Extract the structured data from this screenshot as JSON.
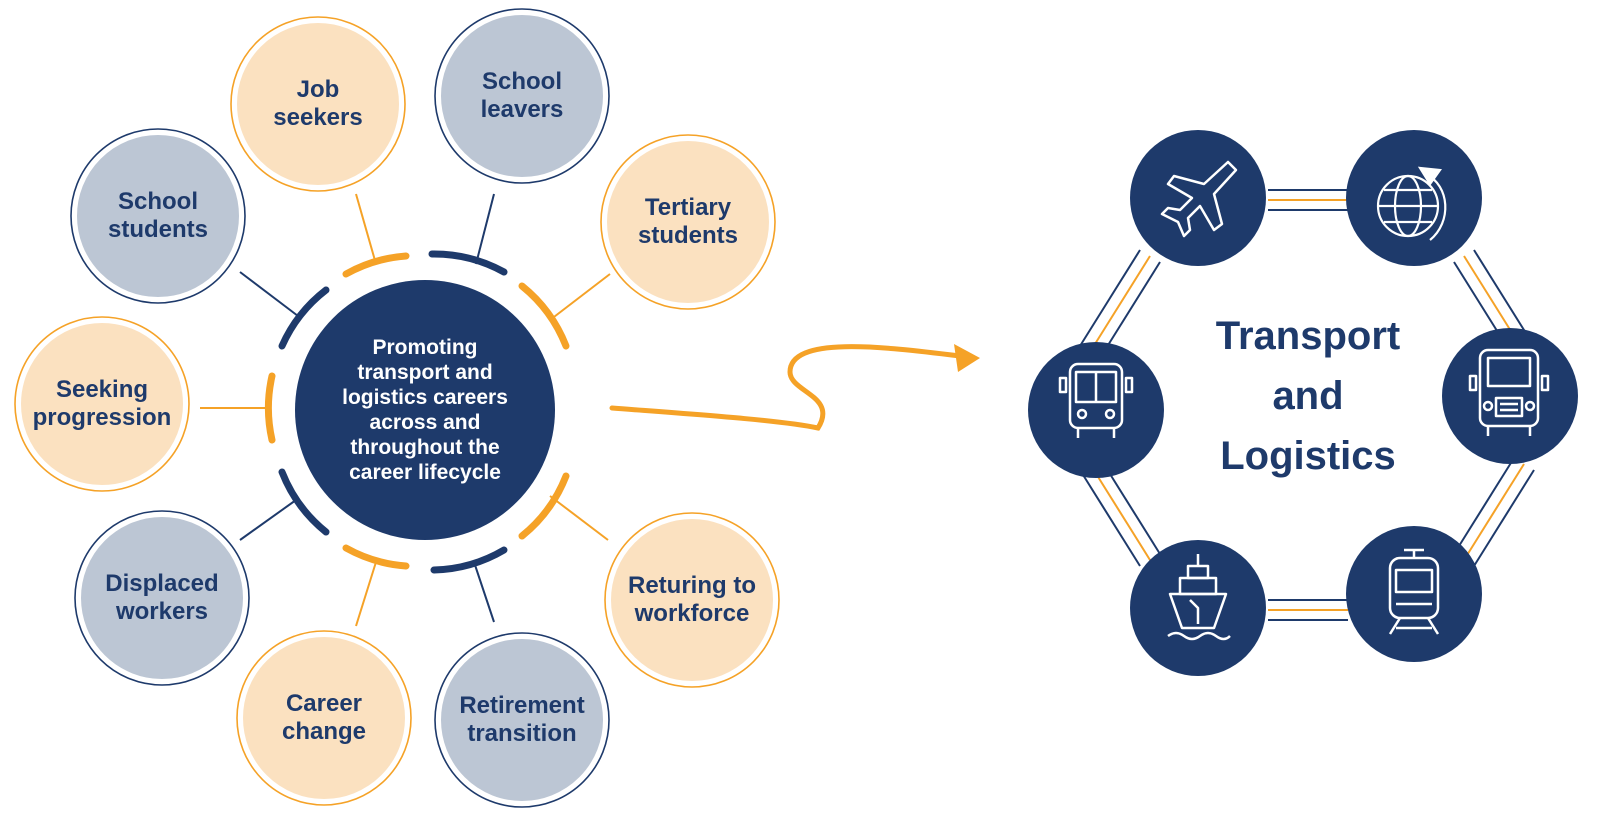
{
  "center": {
    "lines": [
      "Promoting",
      "transport and",
      "logistics careers",
      "across and",
      "throughout the",
      "career lifecycle"
    ]
  },
  "segments": [
    {
      "id": "job-seekers",
      "line1": "Job",
      "line2": "seekers",
      "tone": "orange"
    },
    {
      "id": "school-leavers",
      "line1": "School",
      "line2": "leavers",
      "tone": "grey"
    },
    {
      "id": "tertiary-students",
      "line1": "Tertiary",
      "line2": "students",
      "tone": "orange"
    },
    {
      "id": "returning-to-workforce",
      "line1": "Returing to",
      "line2": "workforce",
      "tone": "orange"
    },
    {
      "id": "retirement-transition",
      "line1": "Retirement",
      "line2": "transition",
      "tone": "grey"
    },
    {
      "id": "career-change",
      "line1": "Career",
      "line2": "change",
      "tone": "orange"
    },
    {
      "id": "displaced-workers",
      "line1": "Displaced",
      "line2": "workers",
      "tone": "grey"
    },
    {
      "id": "seeking-progression",
      "line1": "Seeking",
      "line2": "progression",
      "tone": "orange"
    },
    {
      "id": "school-students",
      "line1": "School",
      "line2": "students",
      "tone": "grey"
    }
  ],
  "transport": {
    "line1": "Transport",
    "line2": "and",
    "line3": "Logistics",
    "icons": [
      "airplane-icon",
      "globe-icon",
      "bus-icon",
      "truck-icon",
      "ship-icon",
      "train-icon"
    ]
  },
  "colors": {
    "navy": "#1e3a6b",
    "orange": "#f5a227",
    "peach_fill": "#fbe1c0",
    "grey_fill": "#bcc6d4"
  }
}
